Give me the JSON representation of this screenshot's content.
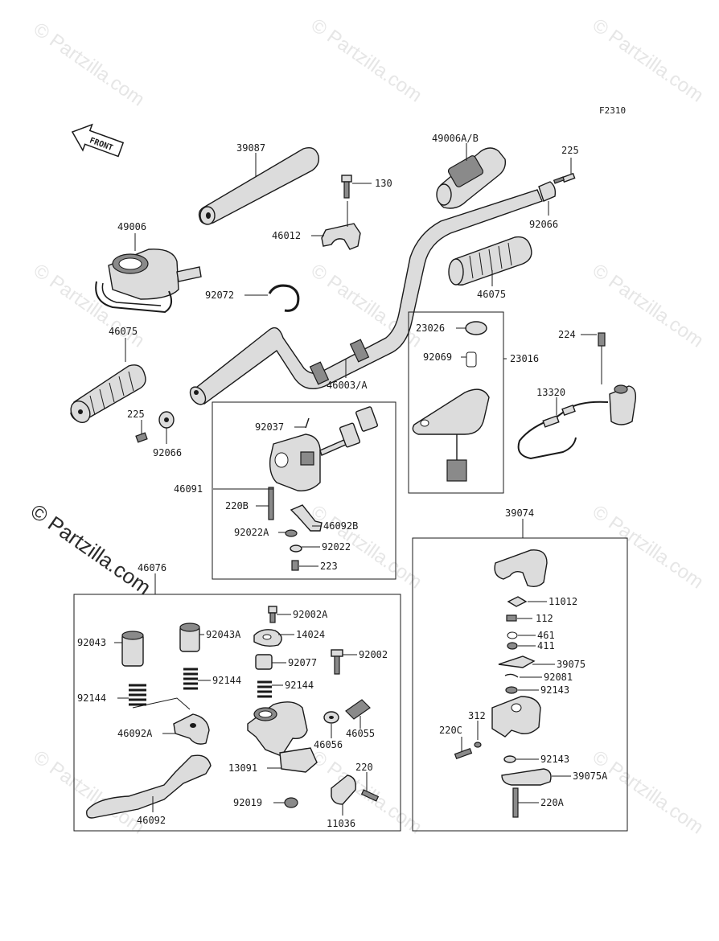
{
  "diagram": {
    "code": "F2310",
    "front_label": "FRONT",
    "watermark": "© Partzilla.com",
    "side_watermark": "© Partzilla.com"
  },
  "labels": {
    "p39087": "39087",
    "p49006ab": "49006A/B",
    "p225a": "225",
    "p130": "130",
    "p46012": "46012",
    "p92066a": "92066",
    "p49006": "49006",
    "p92072": "92072",
    "p46075a": "46075",
    "p46075b": "46075",
    "p23026": "23026",
    "p92069": "92069",
    "p23016": "23016",
    "p224": "224",
    "p46003": "46003/A",
    "p225b": "225",
    "p92066b": "92066",
    "p13320": "13320",
    "p92037": "92037",
    "p46091": "46091",
    "p220b": "220B",
    "p46092b": "46092B",
    "p92022a": "92022A",
    "p92022": "92022",
    "p223": "223",
    "p39074": "39074",
    "p46076": "46076",
    "p92002a": "92002A",
    "p92043": "92043",
    "p92043a": "92043A",
    "p14024": "14024",
    "p92077": "92077",
    "p92002": "92002",
    "p92144a": "92144",
    "p92144b": "92144",
    "p92144c": "92144",
    "p46092a": "46092A",
    "p46056": "46056",
    "p46055": "46055",
    "p13091": "13091",
    "p220": "220",
    "p92019": "92019",
    "p11036": "11036",
    "p46092": "46092",
    "p11012": "11012",
    "p112": "112",
    "p461": "461",
    "p411": "411",
    "p39075": "39075",
    "p92081": "92081",
    "p92143a": "92143",
    "p92143b": "92143",
    "p312": "312",
    "p220c": "220C",
    "p39075a": "39075A",
    "p220a": "220A"
  }
}
